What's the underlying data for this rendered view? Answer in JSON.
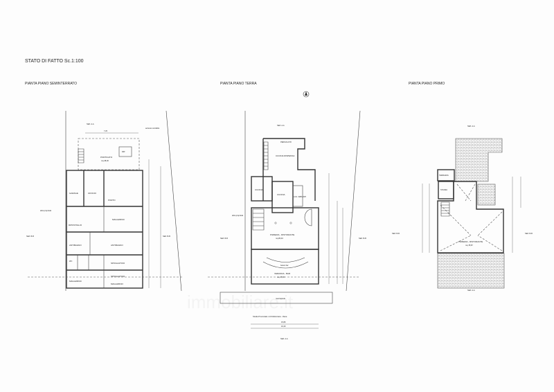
{
  "title": "STATO DI FATTO   Sc.1:100",
  "plans": {
    "basement": {
      "heading": "PIANTA PIANO SEMINTERRATO",
      "rooms": {
        "porticato": "PORTICATO",
        "porticato_area": "mq.38,00",
        "rip": "RIP.",
        "garage": "GARAGE",
        "ufficio": "UFFICIO",
        "porto": "PORTO",
        "magazzino": "MAGAZZINO",
        "ripostiglio": "RIPOSTIGLIO",
        "antibagno1": "ANTIBAGNO",
        "antibagno2": "ANTIBAGNO",
        "spogliatoio1": "SPOGLIATOIO",
        "spogliatoio2": "SPOGLIATOIO",
        "magazzino2": "MAGAZZINO",
        "magazzino3": "MAGAZZINO",
        "wc": "WC"
      },
      "altra": "altra proprietà",
      "accesso": "accesso carrabile",
      "sez_aa": "SEZ. A-A",
      "sez_bb": "SEZ. B-B",
      "dim_top": "7,20"
    },
    "ground": {
      "heading": "PIANTA PIANO TERRA",
      "rooms": {
        "pergolato": "PERGOLATO",
        "cucina_dispensa": "CUCINA DISPENSA",
        "cucina1": "CUCINA",
        "cucina2": "CUCINA",
        "loc": "LOC. IMPIANTI",
        "pizzeria": "PIZZERIA - RISTORANTE",
        "pizzeria_area": "mq.80,40",
        "banco": "banco bar",
        "veranda": "VERANDA - BAR",
        "veranda_area": "mq.47,00",
        "marciapiede": "marciapiede"
      },
      "street": "Strada Provinciale n.24 Melicoriano - Rana",
      "dim1": "15,80",
      "dim2": "16,40",
      "altra": "altra proprietà",
      "sez_aa": "SEZ. A-A",
      "sez_bb": "SEZ. B-B"
    },
    "first": {
      "heading": "PIANTA PIANO PRIMO",
      "rooms": {
        "terrazza": "TERRAZZA",
        "stanza": "STANZA",
        "pizzeria": "PIZZERIA - RISTORANTE",
        "pizzeria_area": "mq.78,87"
      },
      "sez_aa": "SEZ. A-A",
      "sez_bb": "SEZ. B-B"
    }
  },
  "watermark": "immobiliare.it"
}
